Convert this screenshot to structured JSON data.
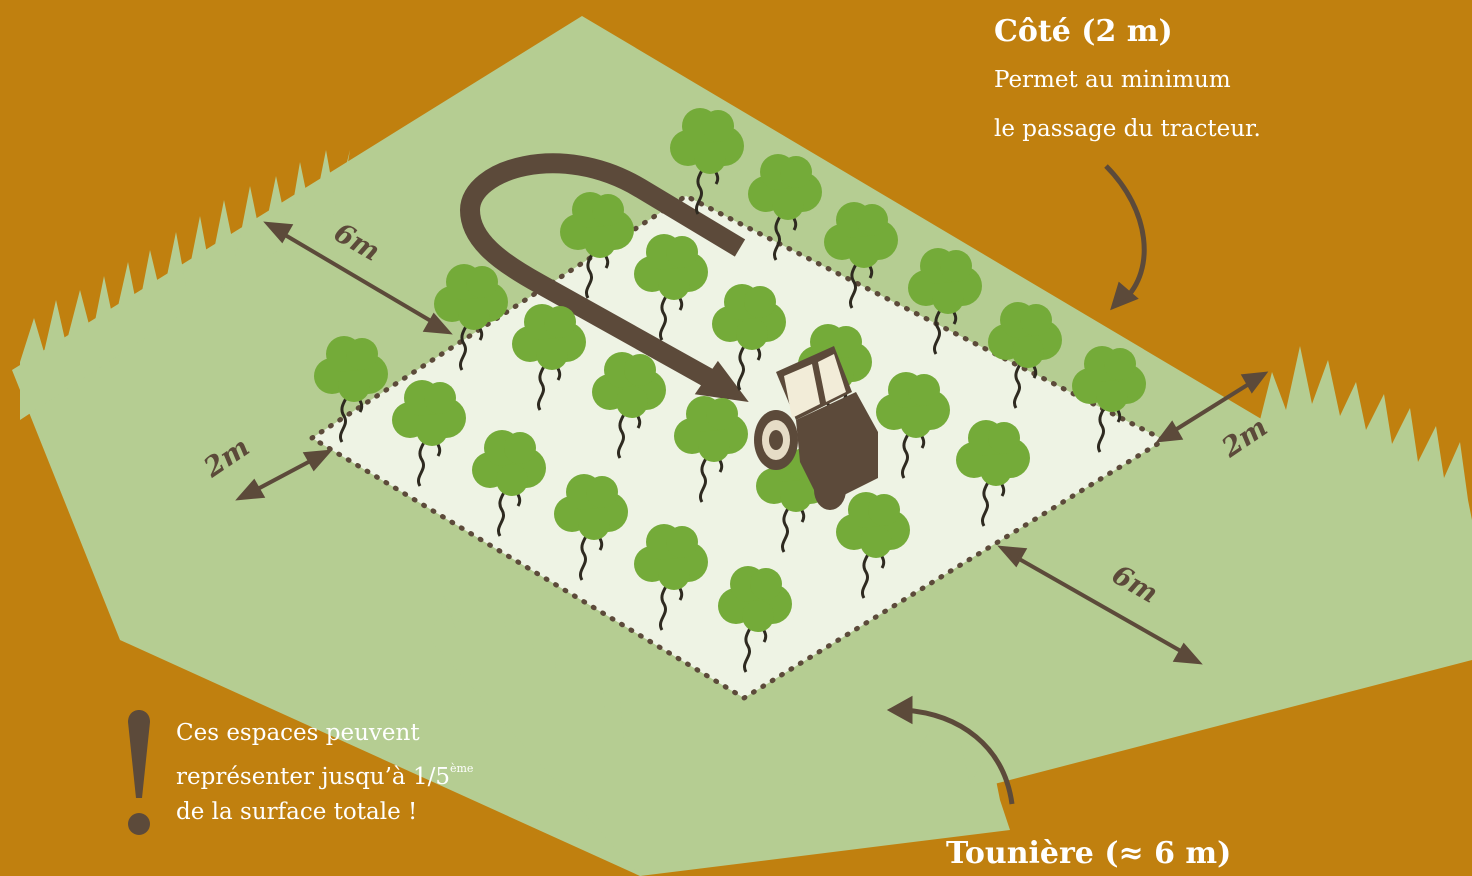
{
  "labels": {
    "side_title": "Côté (2 m)",
    "side_line1": "Permet  au minimum",
    "side_line2": "le passage du tracteur.",
    "headland_title": "Tounière (≈ 6 m)",
    "note_line1": "Ces espaces peuvent",
    "note_line2_main": "représenter jusqu’à 1/5",
    "note_line2_sup": "ème",
    "note_line3": "de la surface totale !",
    "note_mark": "!"
  },
  "dimensions": {
    "left_long": "6m",
    "left_short": "2m",
    "right_short": "2m",
    "right_long": "6m"
  },
  "icons": [
    "vine-plant-icon",
    "tractor-icon",
    "u-turn-arrow-icon",
    "double-arrow-icon",
    "curved-arrow-icon",
    "exclamation-icon"
  ],
  "colors": {
    "background": "#c0800f",
    "grass": "#b5cd92",
    "field": "#eef3e4",
    "vine": "#74ab39",
    "brown": "#5c4a3a",
    "text": "#ffffff"
  }
}
